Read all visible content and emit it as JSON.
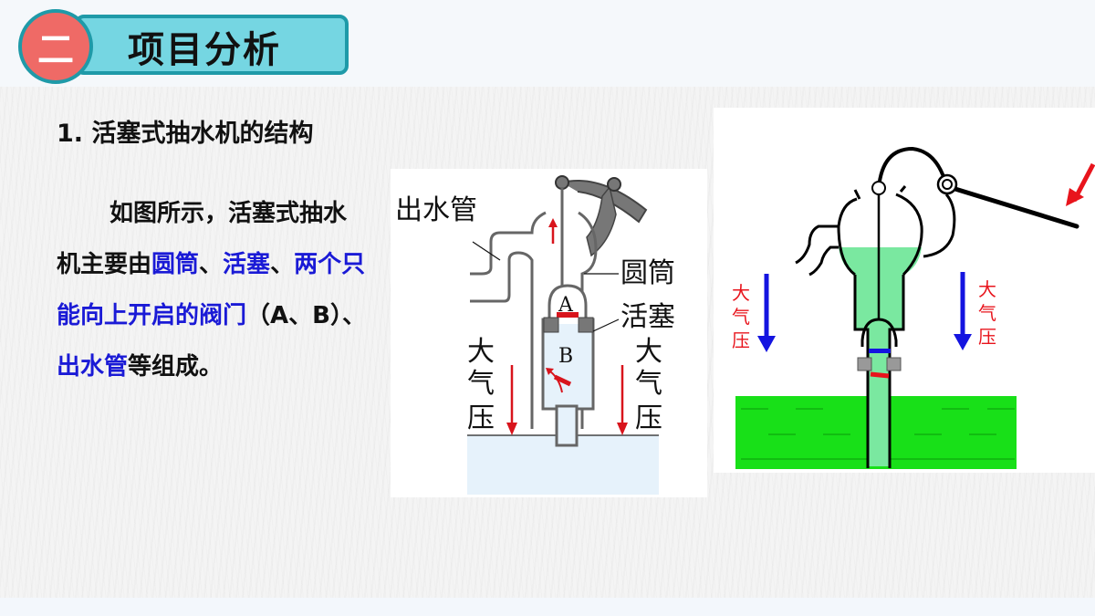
{
  "header": {
    "section_number": "二",
    "title": "项目分析"
  },
  "content": {
    "heading": "1. 活塞式抽水机的结构",
    "paragraph_segments": [
      {
        "text": "如图所示，活塞式抽水机主要由",
        "color": "black"
      },
      {
        "text": "圆筒",
        "color": "blue"
      },
      {
        "text": "、",
        "color": "black"
      },
      {
        "text": "活塞",
        "color": "blue"
      },
      {
        "text": "、",
        "color": "black"
      },
      {
        "text": "两个只能向上开启的阀门",
        "color": "blue"
      },
      {
        "text": "（A、B）、",
        "color": "black"
      },
      {
        "text": "出水管",
        "color": "blue"
      },
      {
        "text": "等组成。",
        "color": "black"
      }
    ]
  },
  "diagram_left": {
    "labels": {
      "outlet_pipe": "出水管",
      "cylinder": "圆筒",
      "piston": "活塞",
      "valve_a": "A",
      "valve_b": "B",
      "atm_pressure_left": [
        "大",
        "气",
        "压"
      ],
      "atm_pressure_right": [
        "大",
        "气",
        "压"
      ]
    },
    "colors": {
      "arrow": "#d8141c",
      "pipe": "#5a5a5a",
      "water": "#e6f2fb"
    }
  },
  "diagram_right": {
    "labels": {
      "atm_pressure_left": [
        "大",
        "气",
        "压"
      ],
      "atm_pressure_right": [
        "大",
        "气",
        "压"
      ]
    },
    "colors": {
      "arrow_blue": "#1414e0",
      "arrow_red": "#e8141c",
      "water": "#18e018",
      "water_light": "#7ae8a0"
    }
  },
  "colors": {
    "accent_teal": "#75d6e2",
    "badge_red": "#ef6a66",
    "text_blue": "#1a1ad6"
  }
}
